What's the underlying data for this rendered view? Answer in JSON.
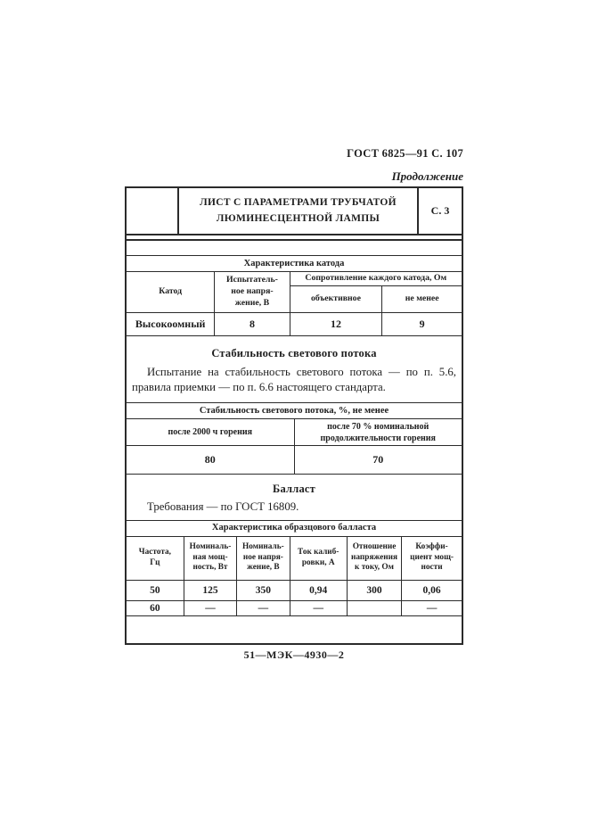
{
  "page": {
    "gost_header": "ГОСТ 6825—91 С. 107",
    "continuation": "Продолжение",
    "footer": "51—МЭК—4930—2"
  },
  "colors": {
    "ink": "#1e1e1e",
    "paper": "#ffffff"
  },
  "title_block": {
    "title": "ЛИСТ С ПАРАМЕТРАМИ ТРУБЧАТОЙ\nЛЮМИНЕСЦЕНТНОЙ ЛАМПЫ",
    "sheet": "С. 3"
  },
  "cathode_table": {
    "caption": "Характеристика катода",
    "col_cathode": "Катод",
    "col_test_voltage": "Испытатель-\nное напря-\nжение, В",
    "col_resistance_group": "Сопротивление каждого катода, Ом",
    "col_resistance_objective": "объективное",
    "col_resistance_min": "не менее",
    "row": [
      "Высокоомный",
      "8",
      "12",
      "9"
    ]
  },
  "stability_section": {
    "heading": "Стабильность светового потока",
    "paragraph": "Испытание на стабильность светового потока — по п. 5.6, правила приемки — по п. 6.6 настоящего стандарта.",
    "table": {
      "caption": "Стабильность светового потока, %, не менее",
      "col_after_2000": "после 2000 ч горения",
      "col_after_70": "после 70 % номинальной\nпродолжительности горения",
      "values": [
        "80",
        "70"
      ]
    }
  },
  "ballast_section": {
    "heading": "Балласт",
    "text": "Требования — по ГОСТ 16809.",
    "table": {
      "caption": "Характеристика образцового балласта",
      "headers": [
        "Частота,\nГц",
        "Номиналь-\nная мощ-\nность, Вт",
        "Номиналь-\nное напря-\nжение, В",
        "Ток калиб-\nровки, А",
        "Отношение\nнапряжения\nк току, Ом",
        "Коэффи-\nциент мощ-\nности"
      ],
      "rows": [
        [
          "50",
          "125",
          "350",
          "0,94",
          "300",
          "0,06"
        ],
        [
          "60",
          "—",
          "—",
          "—",
          "",
          "—"
        ]
      ]
    }
  }
}
